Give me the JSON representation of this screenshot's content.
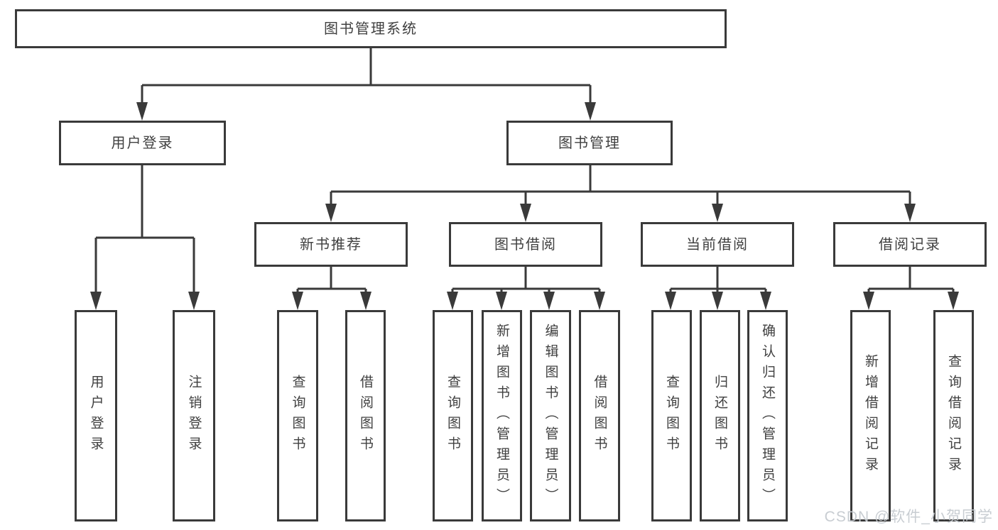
{
  "colors": {
    "line": "#3a3a3a",
    "text": "#404040",
    "background": "#ffffff",
    "watermark": "#c6cbd0"
  },
  "diagram": {
    "root": {
      "label": "图书管理系统"
    },
    "branches": [
      {
        "label": "用户登录",
        "leaves": [
          "用户登录",
          "注销登录"
        ]
      },
      {
        "label": "图书管理",
        "children": [
          {
            "label": "新书推荐",
            "leaves": [
              "查询图书",
              "借阅图书"
            ]
          },
          {
            "label": "图书借阅",
            "leaves": [
              "查询图书",
              "新增图书（管理员）",
              "编辑图书（管理员）",
              "借阅图书"
            ]
          },
          {
            "label": "当前借阅",
            "leaves": [
              "查询图书",
              "归还图书",
              "确认归还（管理员）"
            ]
          },
          {
            "label": "借阅记录",
            "leaves": [
              "新增借阅记录",
              "查询借阅记录"
            ]
          }
        ]
      }
    ]
  },
  "watermark": {
    "text": "CSDN @软件_小贺同学"
  }
}
